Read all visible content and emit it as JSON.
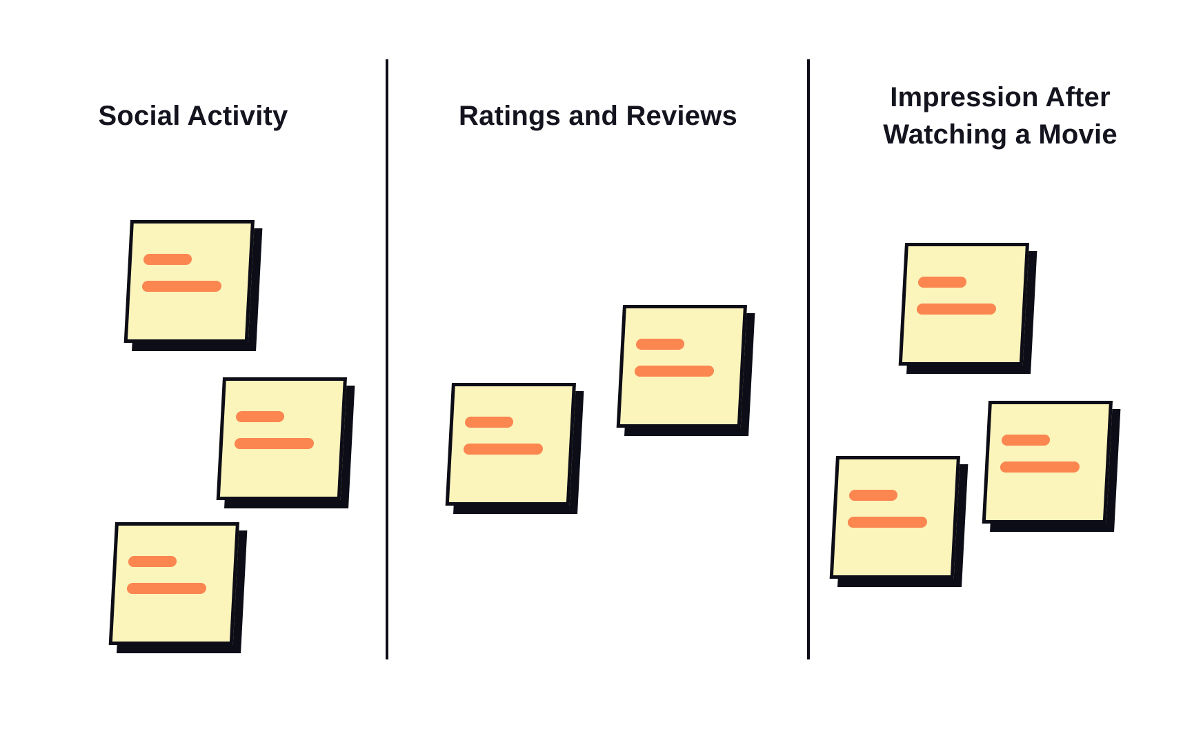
{
  "board": {
    "columns": [
      {
        "title": "Social Activity",
        "note_count": 3
      },
      {
        "title": "Ratings and Reviews",
        "note_count": 2
      },
      {
        "title": "Impression After Watching a Movie",
        "note_count": 3
      }
    ],
    "notes_placeholder_lines_per_note": 2,
    "colors": {
      "background": "#FFFFFF",
      "note_fill": "#FBF4BB",
      "note_border": "#0D0D17",
      "bar": "#FB8650",
      "title": "#14141F",
      "divider": "#0D0D17"
    }
  }
}
